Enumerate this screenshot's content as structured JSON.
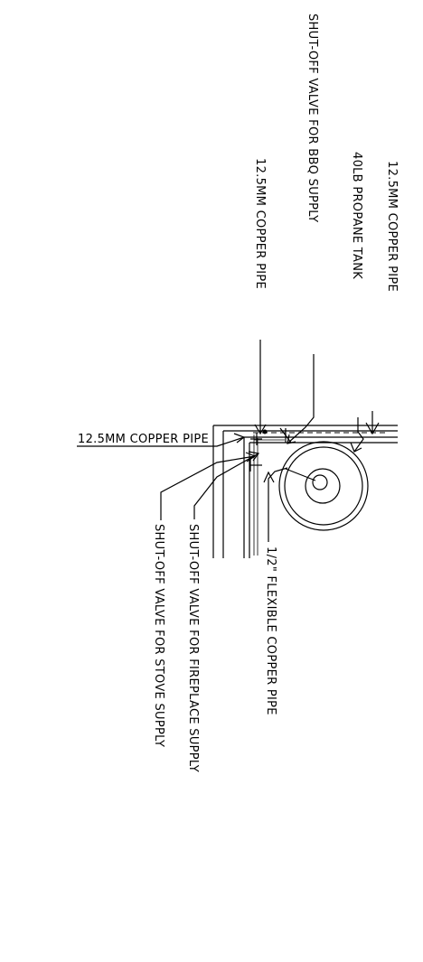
{
  "labels": {
    "pipe_right": "12.5MM COPPER PIPE",
    "propane_tank": "40LB PROPANE TANK",
    "valve_bbq": "SHUT-OFF VALVE FOR BBQ SUPPLY",
    "pipe_mid": "12.5MM COPPER PIPE",
    "pipe_left": "12.5MM COPPER PIPE",
    "flex_pipe": "1/2\" FLEXIBLE COPPER PIPE",
    "valve_fireplace": "SHUT-OFF VALVE FOR FIREPLACE SUPPLY",
    "valve_stove": "SHUT-OFF VALVE FOR STOVE SUPPLY"
  }
}
